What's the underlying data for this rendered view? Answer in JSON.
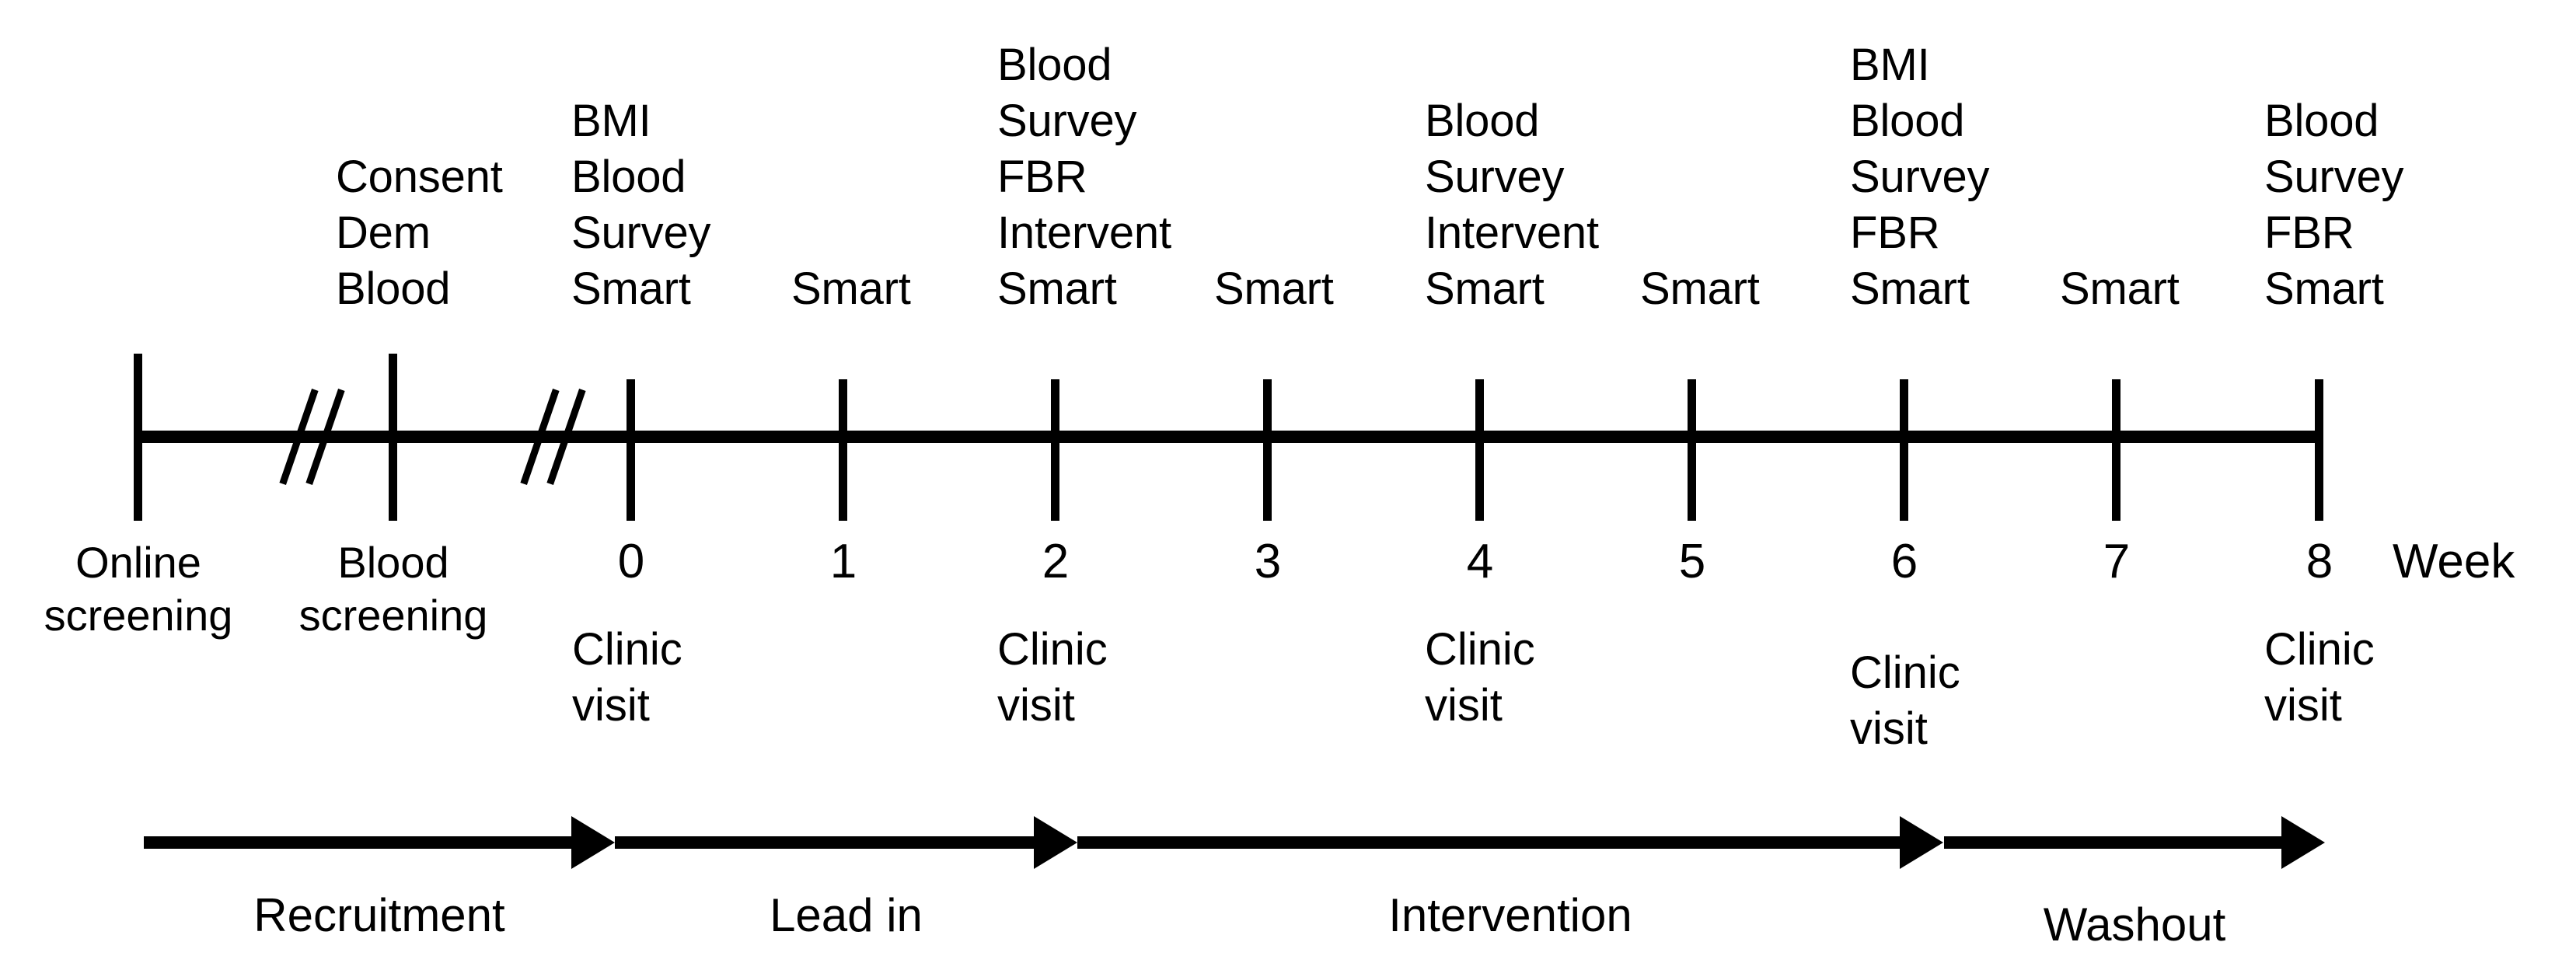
{
  "figure": {
    "type": "study-timeline",
    "axis_label": "Week",
    "week_numbers": [
      "0",
      "1",
      "2",
      "3",
      "4",
      "5",
      "6",
      "7",
      "8"
    ]
  },
  "screening": [
    {
      "id": "online",
      "line1": "Online",
      "line2": "screening"
    },
    {
      "id": "blood",
      "line1": "Blood",
      "line2": "screening"
    }
  ],
  "events": [
    {
      "week": "pre-consent",
      "items": [
        "Consent",
        "Dem",
        "Blood"
      ]
    },
    {
      "week": "0",
      "items": [
        "BMI",
        "Blood",
        "Survey",
        "Smart"
      ]
    },
    {
      "week": "1",
      "items": [
        "Smart"
      ]
    },
    {
      "week": "2",
      "items": [
        "Blood",
        "Survey",
        "FBR",
        "Intervent",
        "Smart"
      ]
    },
    {
      "week": "3",
      "items": [
        "Smart"
      ]
    },
    {
      "week": "4",
      "items": [
        "Blood",
        "Survey",
        "Intervent",
        "Smart"
      ]
    },
    {
      "week": "5",
      "items": [
        "Smart"
      ]
    },
    {
      "week": "6",
      "items": [
        "BMI",
        "Blood",
        "Survey",
        "FBR",
        "Smart"
      ]
    },
    {
      "week": "7",
      "items": [
        "Smart"
      ]
    },
    {
      "week": "8",
      "items": [
        "Blood",
        "Survey",
        "FBR",
        "Smart"
      ]
    }
  ],
  "clinic_visits": [
    {
      "week": "0",
      "line1": "Clinic",
      "line2": "visit"
    },
    {
      "week": "2",
      "line1": "Clinic",
      "line2": "visit"
    },
    {
      "week": "4",
      "line1": "Clinic",
      "line2": "visit"
    },
    {
      "week": "6",
      "line1": "Clinic",
      "line2": "visit"
    },
    {
      "week": "8",
      "line1": "Clinic",
      "line2": "visit"
    }
  ],
  "phases": [
    {
      "id": "recruitment",
      "label": "Recruitment"
    },
    {
      "id": "lead-in",
      "label": "Lead in"
    },
    {
      "id": "intervention",
      "label": "Intervention"
    },
    {
      "id": "washout",
      "label": "Washout"
    }
  ],
  "colors": {
    "ink": "#000000",
    "background": "#ffffff"
  }
}
